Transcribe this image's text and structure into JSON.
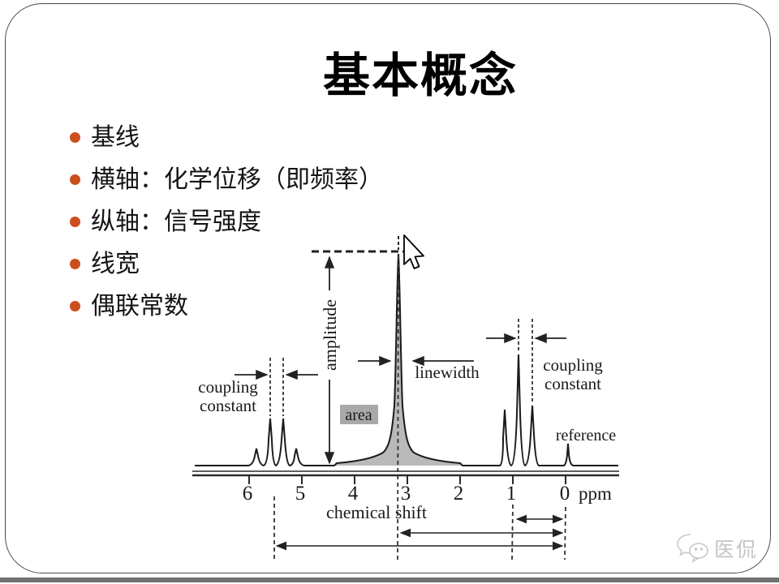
{
  "slide": {
    "title": "基本概念",
    "bullets": [
      "基线",
      "横轴：化学位移（即频率）",
      "纵轴：信号强度",
      "线宽",
      "偶联常数"
    ],
    "accent_color": "#cb4e1d"
  },
  "diagram": {
    "labels": {
      "amplitude": "amplitude",
      "linewidth": "linewidth",
      "area": "area",
      "coupling_line1": "coupling",
      "coupling_line2": "constant",
      "reference": "reference",
      "chemical_shift": "chemical shift",
      "unit": "ppm"
    },
    "ticks": [
      "6",
      "5",
      "4",
      "3",
      "2",
      "1",
      "0"
    ]
  },
  "watermark": {
    "label": "医侃"
  },
  "chart_data": {
    "type": "line",
    "title": "",
    "xlabel": "chemical shift",
    "x_unit": "ppm",
    "x_ticks": [
      6,
      5,
      4,
      3,
      2,
      1,
      0
    ],
    "x_axis_reversed": true,
    "ylabel": "",
    "peaks_ppm": [
      5.85,
      5.6,
      5.35,
      5.1,
      3.2,
      1.15,
      0.9,
      0.65,
      0.0
    ],
    "peak_rel_heights": [
      0.08,
      0.22,
      0.22,
      0.08,
      1.0,
      0.26,
      0.52,
      0.28,
      0.1
    ],
    "annotations": [
      "amplitude",
      "linewidth",
      "area",
      "coupling constant",
      "coupling constant",
      "reference"
    ]
  }
}
